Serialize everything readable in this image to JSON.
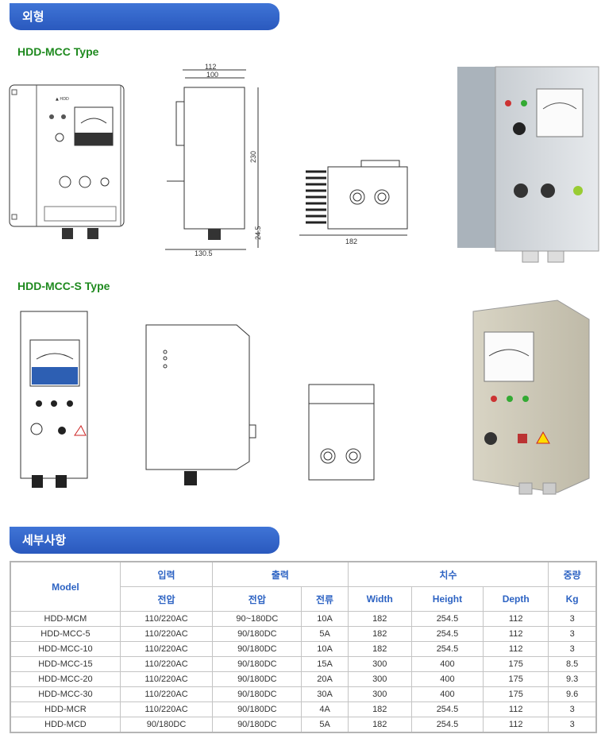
{
  "sections": {
    "appearance_label": "외형",
    "details_label": "세부사항"
  },
  "types": {
    "mcc": "HDD-MCC Type",
    "mcc_s": "HDD-MCC-S Type"
  },
  "dimensions": {
    "d112": "112",
    "d100": "100",
    "d230": "230",
    "d24_5": "24.5",
    "d130_5": "130.5",
    "d182": "182"
  },
  "table": {
    "head1": [
      "Model",
      "입력",
      "출력",
      "치수",
      "중량"
    ],
    "head2": [
      "전압",
      "전압",
      "전류",
      "Width",
      "Height",
      "Depth",
      "Kg"
    ],
    "rows": [
      [
        "HDD-MCM",
        "110/220AC",
        "90~180DC",
        "10A",
        "182",
        "254.5",
        "112",
        "3"
      ],
      [
        "HDD-MCC-5",
        "110/220AC",
        "90/180DC",
        "5A",
        "182",
        "254.5",
        "112",
        "3"
      ],
      [
        "HDD-MCC-10",
        "110/220AC",
        "90/180DC",
        "10A",
        "182",
        "254.5",
        "112",
        "3"
      ],
      [
        "HDD-MCC-15",
        "110/220AC",
        "90/180DC",
        "15A",
        "300",
        "400",
        "175",
        "8.5"
      ],
      [
        "HDD-MCC-20",
        "110/220AC",
        "90/180DC",
        "20A",
        "300",
        "400",
        "175",
        "9.3"
      ],
      [
        "HDD-MCC-30",
        "110/220AC",
        "90/180DC",
        "30A",
        "300",
        "400",
        "175",
        "9.6"
      ],
      [
        "HDD-MCR",
        "110/220AC",
        "90/180DC",
        "4A",
        "182",
        "254.5",
        "112",
        "3"
      ],
      [
        "HDD-MCD",
        "90/180DC",
        "90/180DC",
        "5A",
        "182",
        "254.5",
        "112",
        "3"
      ]
    ]
  }
}
